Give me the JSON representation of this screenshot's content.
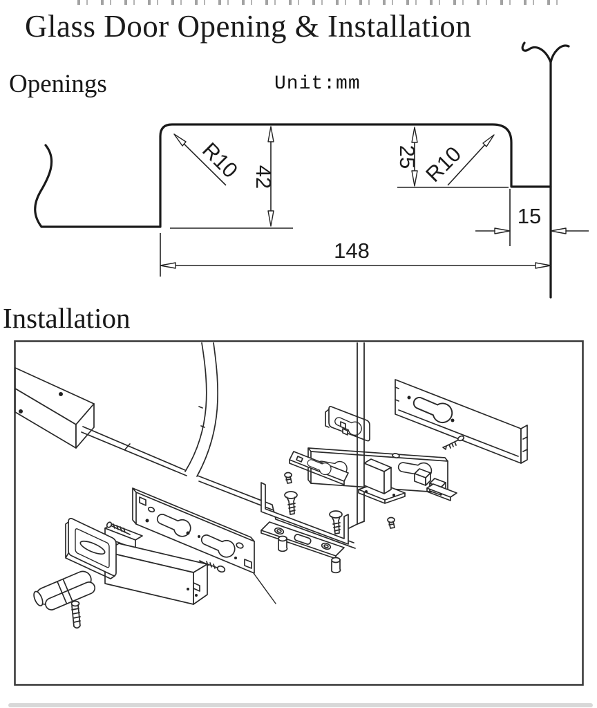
{
  "header": {
    "title": "Glass Door Opening & Installation"
  },
  "openings": {
    "section_label": "Openings",
    "unit_label": "Unit:mm",
    "dimensions": {
      "notch_width": "148",
      "notch_height": "42",
      "right_step_height": "25",
      "edge_offset": "15",
      "corner_radius_left": "R10",
      "corner_radius_right": "R10"
    }
  },
  "installation": {
    "section_label": "Installation"
  }
}
